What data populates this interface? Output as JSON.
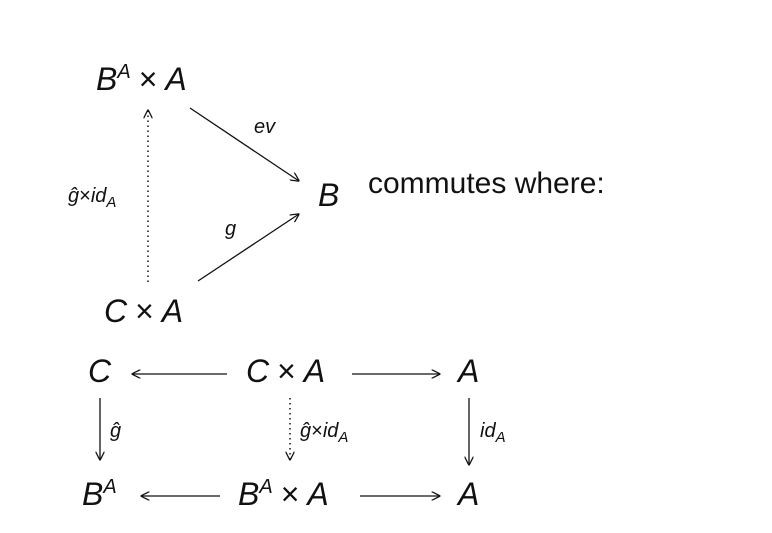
{
  "triangle": {
    "exp_base": "B",
    "exp_power": "A",
    "times": "×",
    "obj_a": "A",
    "obj_b": "B",
    "obj_c": "C",
    "ev_label": "ev",
    "g_label": "g",
    "ghat": "ĝ",
    "id": "id",
    "id_sub": "A",
    "commutes_text": "commutes where:"
  },
  "square": {
    "c": "C",
    "a": "A",
    "b": "B",
    "power": "A",
    "times": "×",
    "ghat": "ĝ",
    "id": "id",
    "id_sub": "A"
  }
}
